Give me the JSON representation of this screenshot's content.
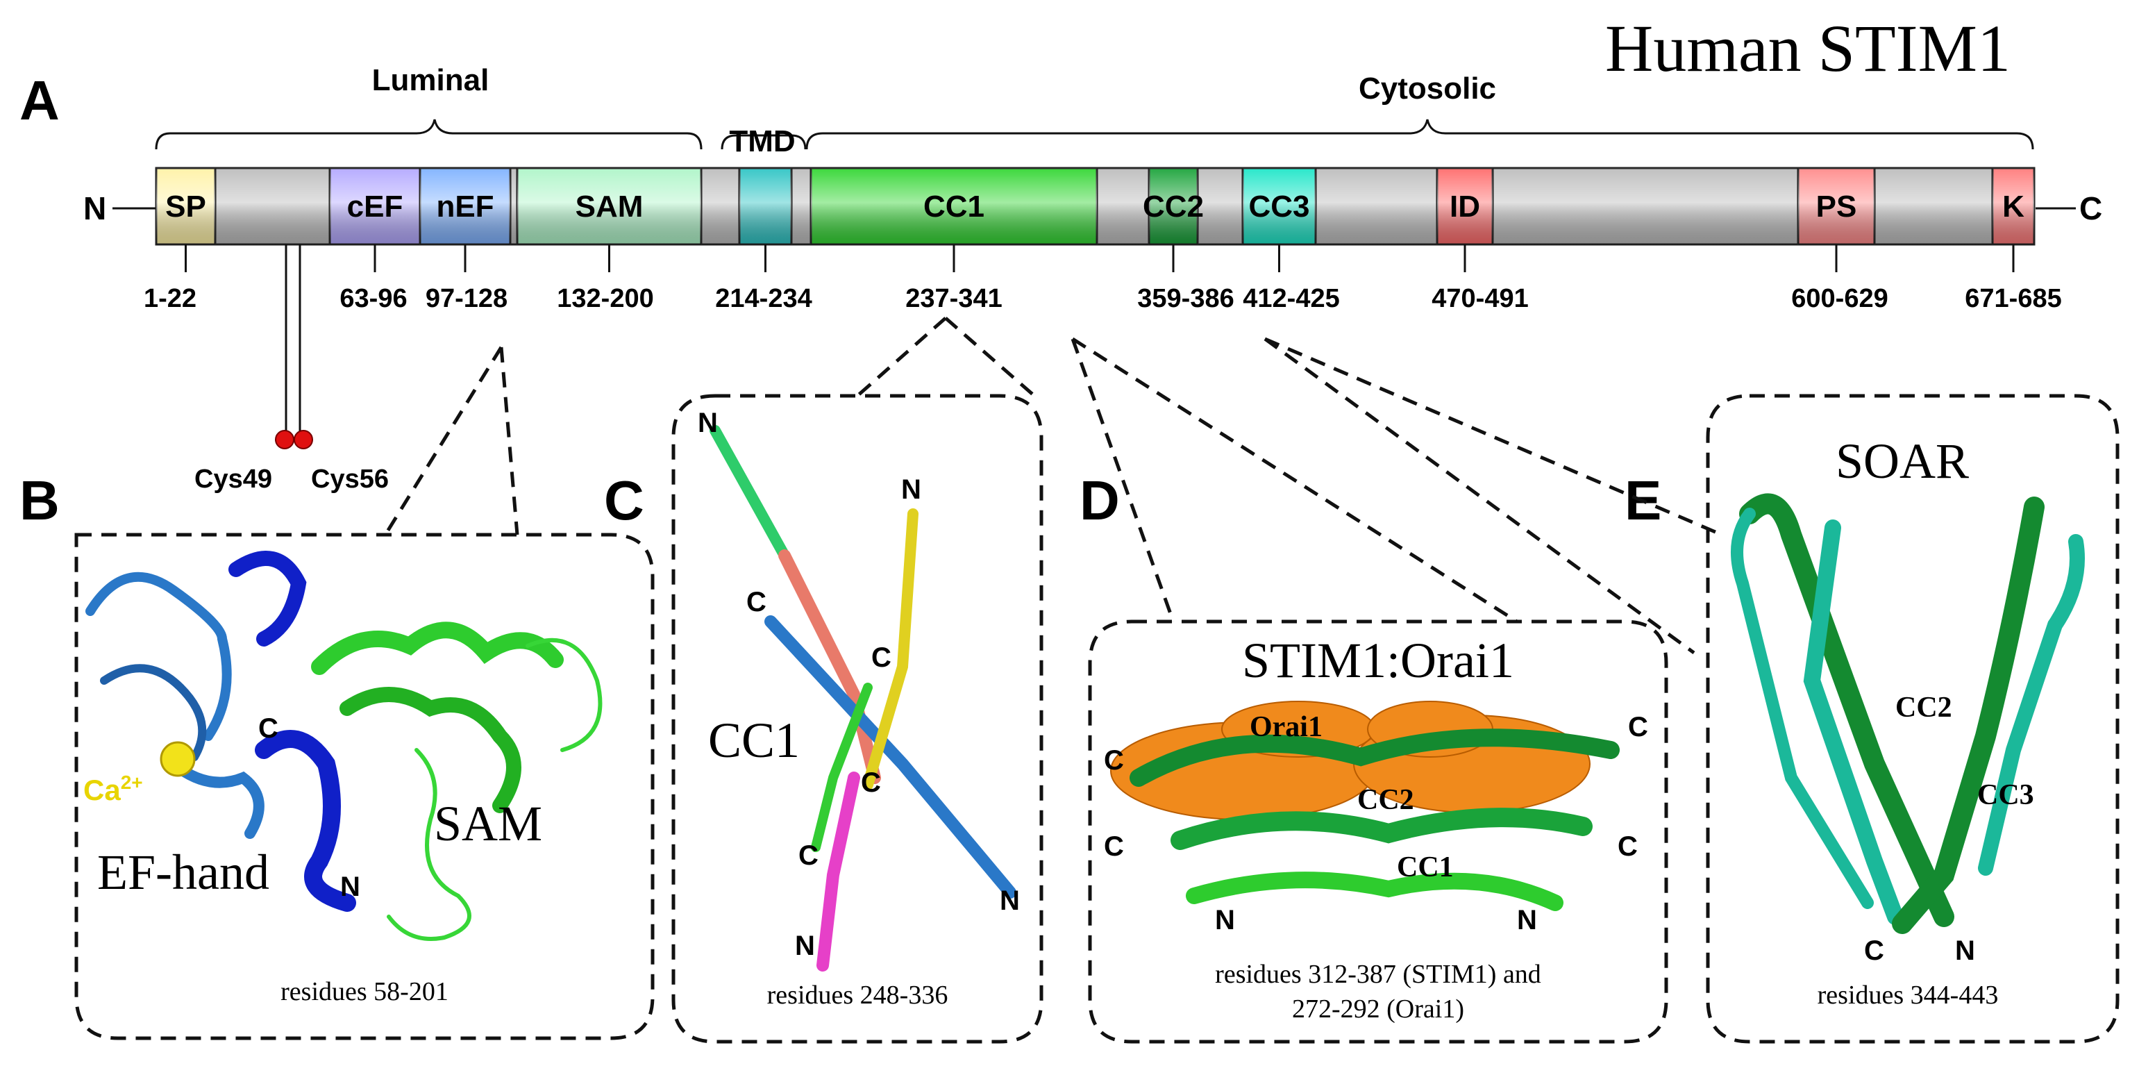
{
  "title": "Human STIM1",
  "panel_letters": {
    "a": "A",
    "b": "B",
    "c": "C",
    "d": "D",
    "e": "E"
  },
  "regions": {
    "luminal": "Luminal",
    "tmd": "TMD",
    "cytosolic": "Cytosolic"
  },
  "termini": {
    "n": "N",
    "c": "C"
  },
  "domains": [
    {
      "label": "SP",
      "range": "1-22",
      "color": "#fff2a6"
    },
    {
      "label": "cEF",
      "range": "63-96",
      "color": "#b3a8ff"
    },
    {
      "label": "nEF",
      "range": "97-128",
      "color": "#7fb2ff"
    },
    {
      "label": "SAM",
      "range": "132-200",
      "color": "#aef5c8"
    },
    {
      "label": "",
      "range": "214-234",
      "color": "#2ec4c4"
    },
    {
      "label": "CC1",
      "range": "237-341",
      "color": "#33d633"
    },
    {
      "label": "CC2",
      "range": "359-386",
      "color": "#1aa33a"
    },
    {
      "label": "CC3",
      "range": "412-425",
      "color": "#1ee6c8"
    },
    {
      "label": "ID",
      "range": "470-491",
      "color": "#ff6b6b"
    },
    {
      "label": "PS",
      "range": "600-629",
      "color": "#ff8a8a"
    },
    {
      "label": "K",
      "range": "671-685",
      "color": "#ff7a7a"
    }
  ],
  "cysteines": {
    "c49": "Cys49",
    "c56": "Cys56"
  },
  "panel_b": {
    "ca": "Ca",
    "ca_sup": "2+",
    "ef_hand": "EF-hand",
    "sam": "SAM",
    "c": "C",
    "n": "N",
    "residues": "residues 58-201"
  },
  "panel_c": {
    "label": "CC1",
    "residues": "residues 248-336",
    "n": "N",
    "c": "C"
  },
  "panel_d": {
    "title": "STIM1:Orai1",
    "orai1": "Orai1",
    "cc2": "CC2",
    "cc1": "CC1",
    "c": "C",
    "n": "N",
    "residues_line1": "residues 312-387 (STIM1) and",
    "residues_line2": "272-292 (Orai1)"
  },
  "panel_e": {
    "title": "SOAR",
    "cc2": "CC2",
    "cc3": "CC3",
    "c": "C",
    "n": "N",
    "residues": "residues 344-443"
  },
  "colors": {
    "bar_gray": "#bdbdbd",
    "cys_red": "#e01010",
    "calcium_yellow": "#f2e21a",
    "orange": "#f08a1c",
    "blue_dark": "#1020c8",
    "blue_mid": "#2a78c8",
    "green": "#2ecc2e",
    "green_dark": "#148a30",
    "teal": "#1bb89a",
    "pink": "#e640c8",
    "salmon": "#e87a6a",
    "yellow_helix": "#e0d020"
  }
}
